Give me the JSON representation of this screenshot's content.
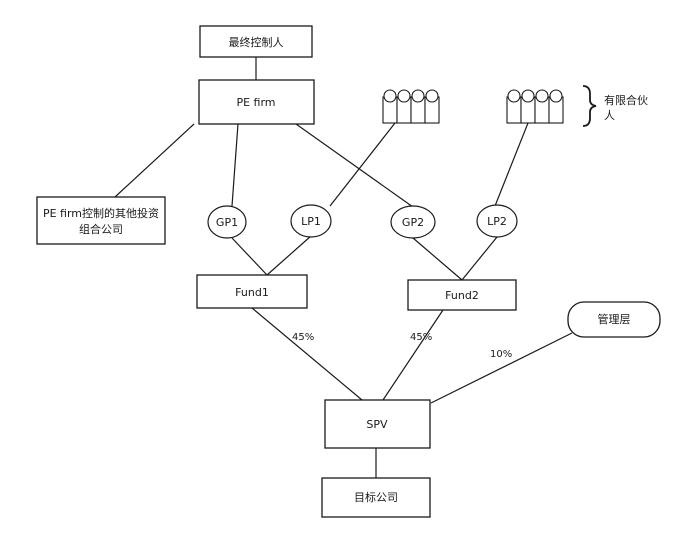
{
  "nodes": {
    "ultimate_controller": "最终控制人",
    "pe_firm": "PE firm",
    "other_portfolio_line1": "PE firm控制的其他投资",
    "other_portfolio_line2": "组合公司",
    "gp1": "GP1",
    "lp1": "LP1",
    "gp2": "GP2",
    "lp2": "LP2",
    "fund1": "Fund1",
    "fund2": "Fund2",
    "management": "管理层",
    "spv": "SPV",
    "target": "目标公司"
  },
  "limited_partners_label_line1": "有限合伙",
  "limited_partners_label_line2": "人",
  "stakes": {
    "fund1_to_spv": "45%",
    "fund2_to_spv": "45%",
    "management_to_spv": "10%"
  }
}
